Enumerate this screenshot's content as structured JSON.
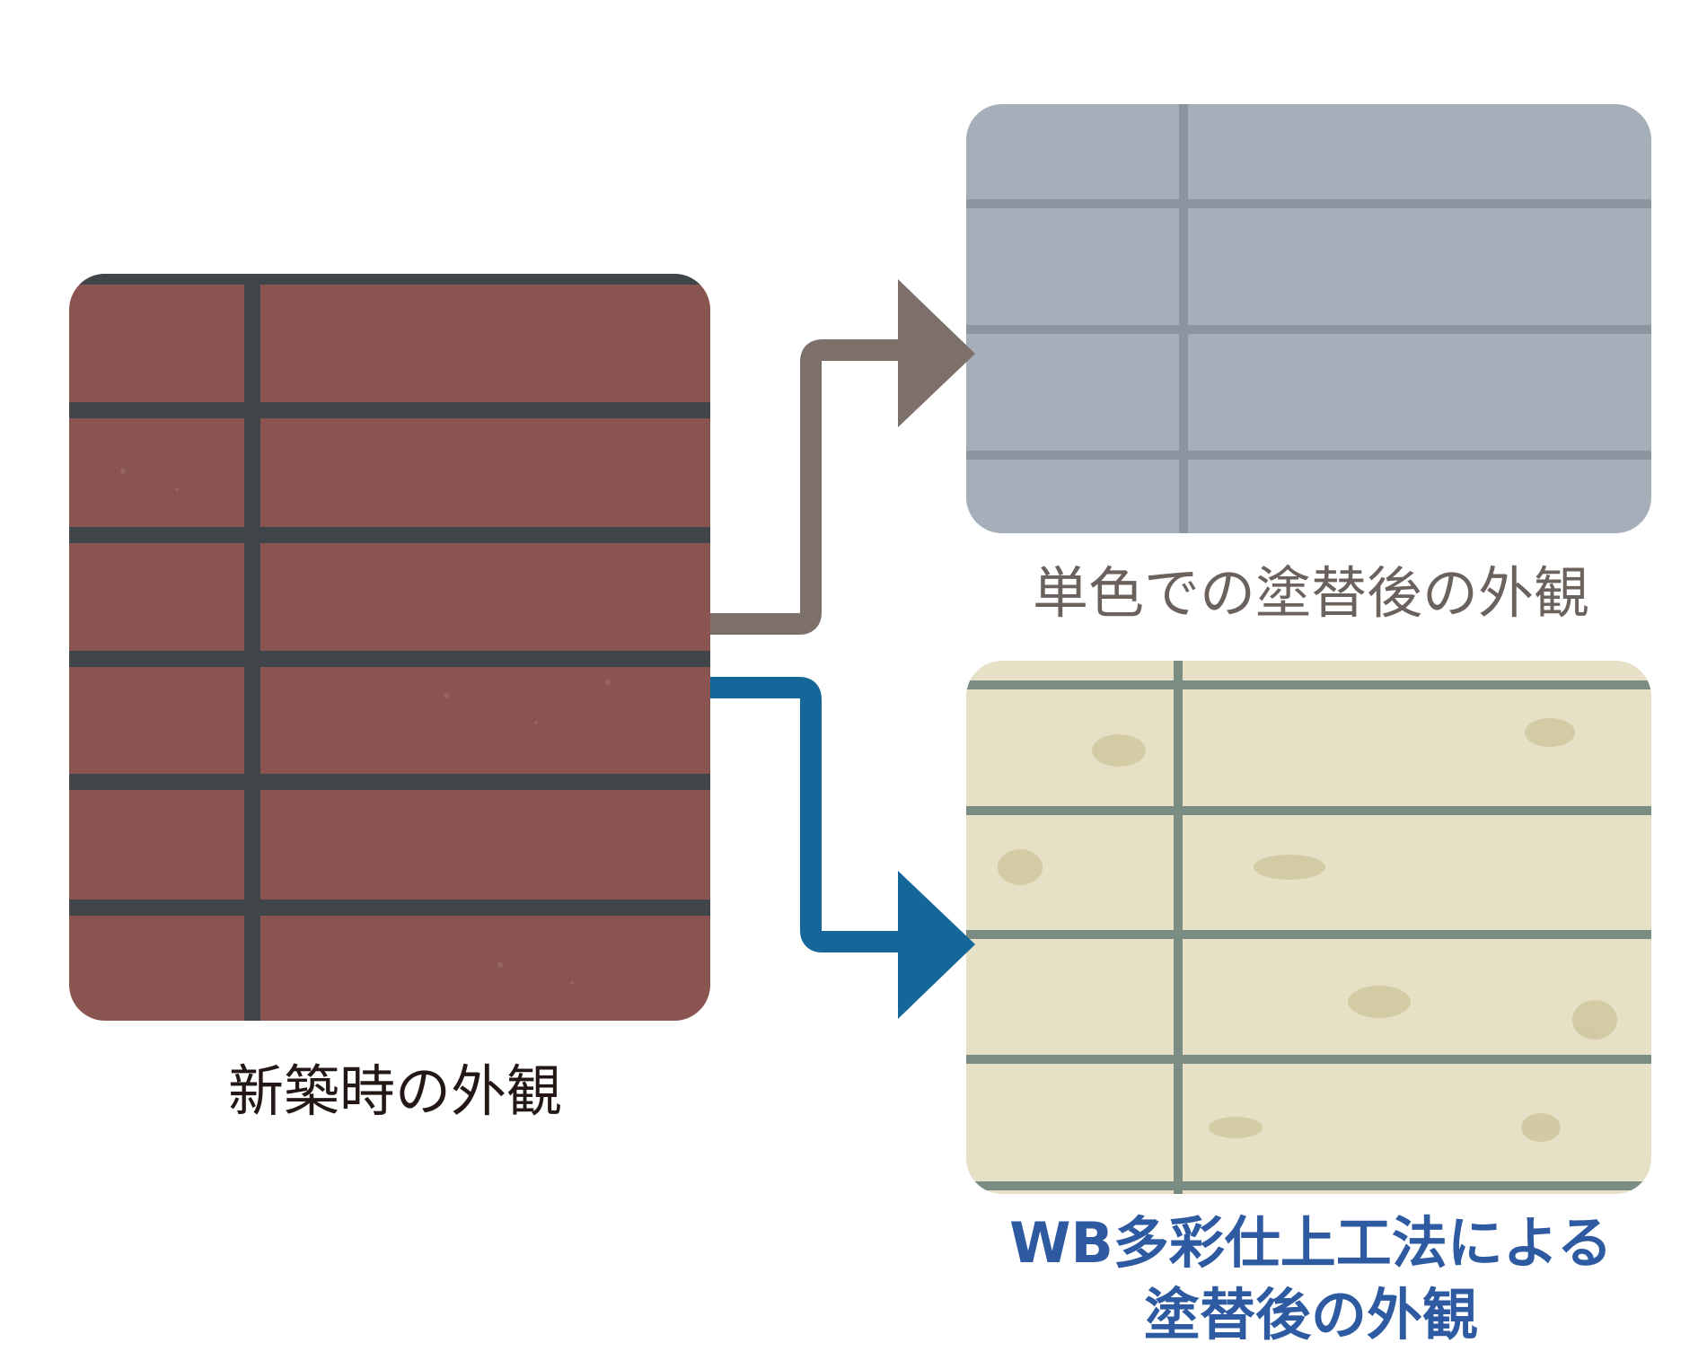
{
  "panels": {
    "original": {
      "label": "新築時の外観",
      "brick_color": "#8a5550",
      "grout_color": "#3f4548"
    },
    "single_color": {
      "label": "単色での塗替後の外観",
      "brick_color": "#a6aeb9",
      "grout_color": "#8c94a0"
    },
    "wb_multicolor": {
      "label_line1": "WB多彩仕上工法による",
      "label_line2": "塗替後の外観",
      "brick_color": "#e6e0c6",
      "grout_color": "#7b8c82"
    }
  },
  "arrows": {
    "to_single_color": "#7d706b",
    "to_wb_multicolor": "#15679a"
  }
}
